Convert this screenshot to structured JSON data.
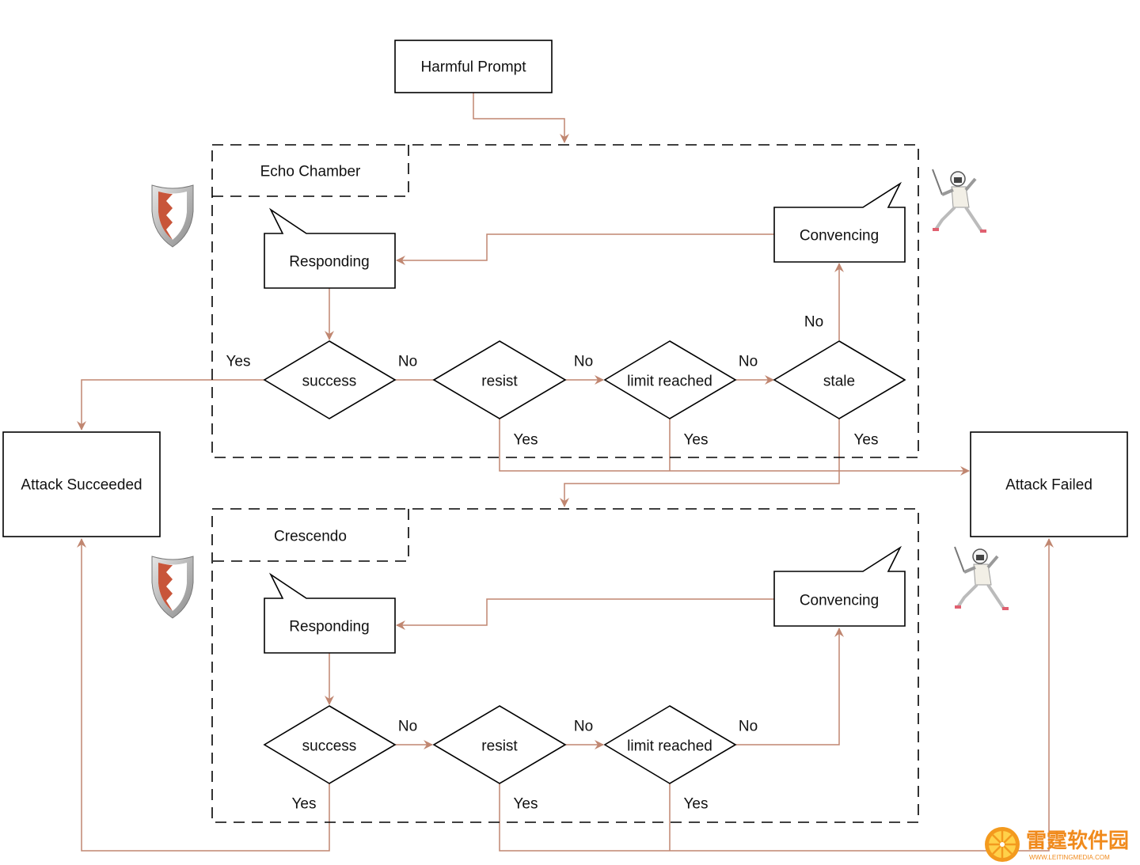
{
  "nodes": {
    "harmful_prompt": "Harmful Prompt",
    "attack_succeeded": "Attack Succeeded",
    "attack_failed": "Attack Failed"
  },
  "echo_chamber": {
    "title": "Echo Chamber",
    "responding": "Responding",
    "convencing": "Convencing",
    "success": "success",
    "resist": "resist",
    "limit_reached": "limit reached",
    "stale": "stale"
  },
  "crescendo": {
    "title": "Crescendo",
    "responding": "Responding",
    "convencing": "Convencing",
    "success": "success",
    "resist": "resist",
    "limit_reached": "limit reached"
  },
  "edges": {
    "yes": "Yes",
    "no": "No"
  },
  "watermark": {
    "name": "雷霆软件园",
    "url": "WWW.LEITINGMEDIA.COM"
  },
  "icons": [
    "shield-icon",
    "fencer-icon",
    "orange-logo-icon"
  ],
  "colors": {
    "connector": "#c08670",
    "shield_red": "#c8553a",
    "watermark": "#f08a1c"
  }
}
